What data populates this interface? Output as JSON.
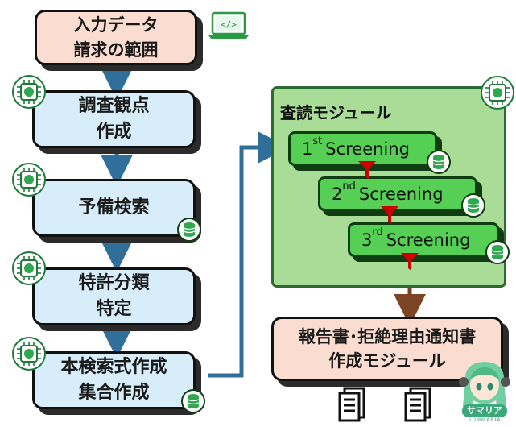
{
  "input_box": {
    "line1": "入力データ",
    "line2": "請求の範囲"
  },
  "steps": [
    {
      "line1": "調査観点",
      "line2": "作成"
    },
    {
      "line1": "予備検索",
      "line2": ""
    },
    {
      "line1": "特許分類",
      "line2": "特定"
    },
    {
      "line1": "本検索式作成",
      "line2": "集合作成"
    }
  ],
  "review_module": {
    "title": "査読モジュール",
    "screenings": [
      {
        "ord": "1",
        "sup": "st",
        "label": "Screening"
      },
      {
        "ord": "2",
        "sup": "nd",
        "label": "Screening"
      },
      {
        "ord": "3",
        "sup": "rd",
        "label": "Screening"
      }
    ]
  },
  "report_module": {
    "line1": "報告書･拒絶理由通知書",
    "line2": "作成モジュール"
  },
  "mascot": {
    "badge": "サマリア",
    "sub": "SUMMARIA"
  },
  "colors": {
    "blue_box": "#d7eefa",
    "peach_box": "#fbdcd0",
    "arrow_blue": "#2f6f99",
    "screen_green": "#55d055",
    "module_green": "#a9dc96",
    "filter_red": "#cc0000",
    "arrow_brown": "#7a4425"
  },
  "icons": [
    "laptop-code-icon",
    "ai-chip-icon",
    "database-icon",
    "filter-funnel-icon",
    "document-icon",
    "mascot-avatar"
  ]
}
